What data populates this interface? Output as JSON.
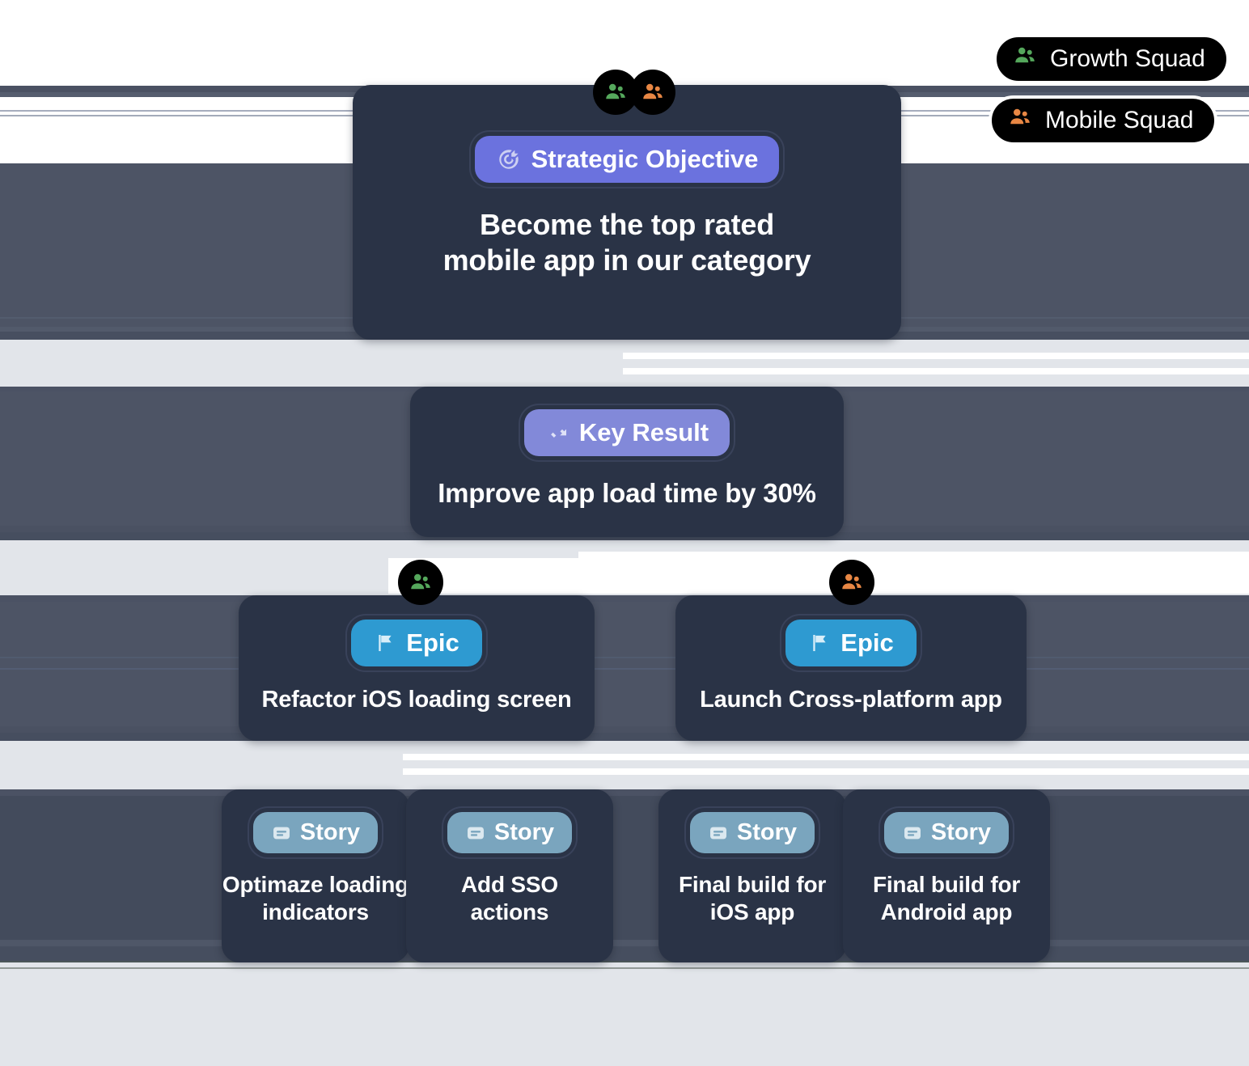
{
  "palette": {
    "page_background": "#e2e5ea",
    "card_background": "#2a3346",
    "band_artifact": "#4d5465",
    "objective_badge": "#6b72de",
    "key_result_badge": "#8289d9",
    "epic_badge": "#2e9ad1",
    "story_badge": "#7aa5be",
    "growth_squad": "#55a85c",
    "mobile_squad": "#e88744",
    "connector": "#ffffff"
  },
  "legend": {
    "items": [
      {
        "label": "Growth Squad",
        "color": "#55a85c",
        "icon": "people-group-icon"
      },
      {
        "label": "Mobile Squad",
        "color": "#e88744",
        "icon": "people-group-icon"
      }
    ]
  },
  "hierarchy": {
    "objective": {
      "badge_label": "Strategic Objective",
      "badge_icon": "target-icon",
      "title": "Become the top rated\nmobile app in our category",
      "title_line1": "Become the top rated",
      "title_line2": "mobile app in our category",
      "teams": [
        "Growth Squad",
        "Mobile Squad"
      ]
    },
    "key_result": {
      "badge_label": "Key Result",
      "badge_icon": "trending-up-icon",
      "title": "Improve app load time by 30%",
      "teams": []
    },
    "epics": [
      {
        "badge_label": "Epic",
        "badge_icon": "flag-icon",
        "title": "Refactor iOS loading screen",
        "team": "Growth Squad",
        "team_color": "#55a85c"
      },
      {
        "badge_label": "Epic",
        "badge_icon": "flag-icon",
        "title": "Launch Cross-platform app",
        "team": "Mobile Squad",
        "team_color": "#e88744"
      }
    ],
    "stories": [
      {
        "badge_label": "Story",
        "badge_icon": "card-text-icon",
        "line1": "Optimaze loading",
        "line2": "indicators"
      },
      {
        "badge_label": "Story",
        "badge_icon": "card-text-icon",
        "line1": "Add SSO",
        "line2": "actions"
      },
      {
        "badge_label": "Story",
        "badge_icon": "card-text-icon",
        "line1": "Final build for",
        "line2": "iOS app"
      },
      {
        "badge_label": "Story",
        "badge_icon": "card-text-icon",
        "line1": "Final build for",
        "line2": "Android app"
      }
    ]
  }
}
